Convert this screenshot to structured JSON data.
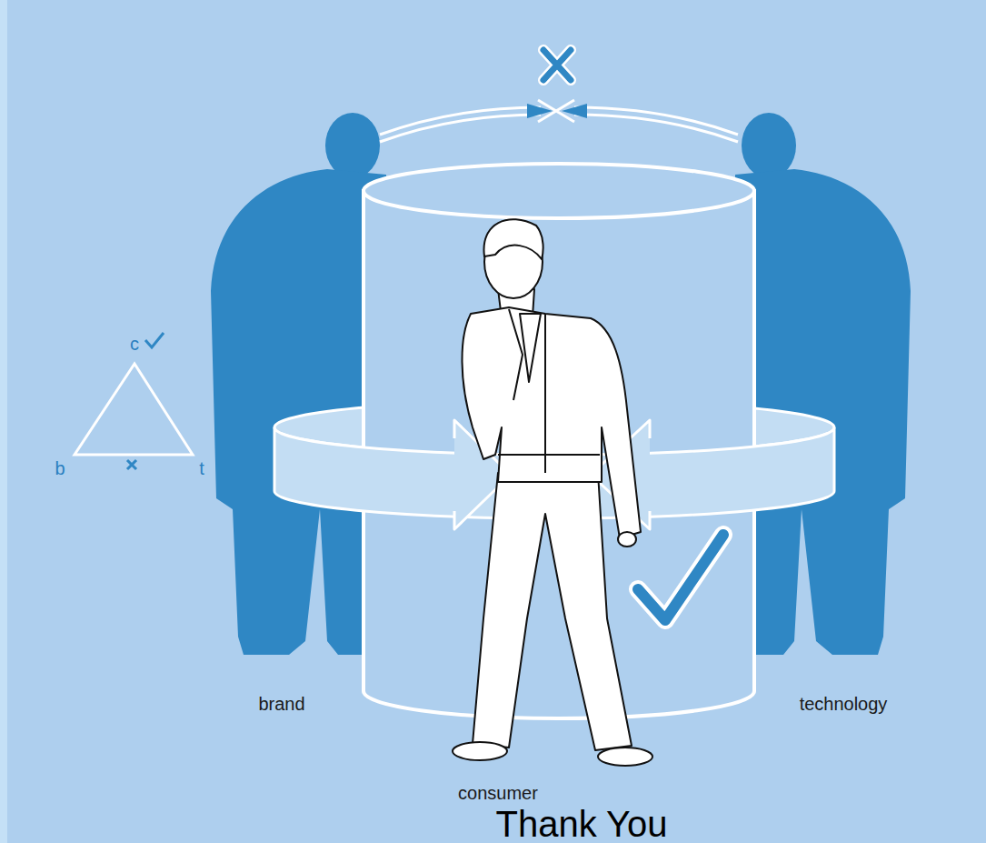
{
  "diagram": {
    "labels": [
      "c",
      "b",
      "t",
      "brand",
      "consumer",
      "technology",
      "Thank You"
    ]
  }
}
